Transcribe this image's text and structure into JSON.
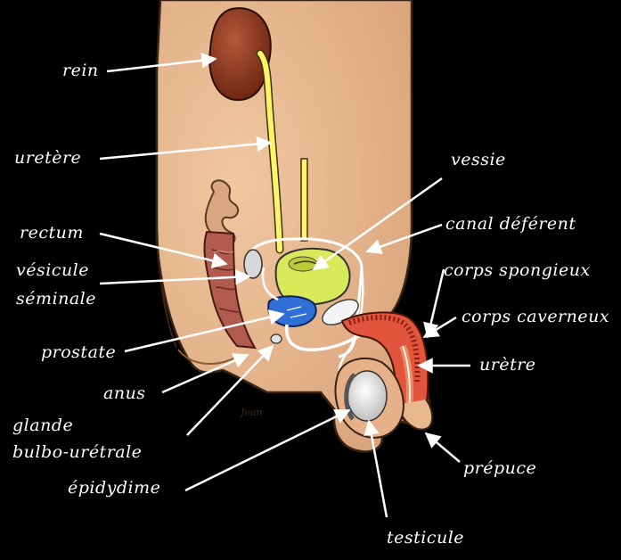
{
  "labels": {
    "rein": "rein",
    "uretere": "uretère",
    "rectum": "rectum",
    "vesicule1": "vésicule",
    "vesicule2": "séminale",
    "prostate": "prostate",
    "anus": "anus",
    "glande1": "glande",
    "glande2": "bulbo-urétrale",
    "epididyme": "épidydime",
    "vessie": "vessie",
    "canal": "canal déférent",
    "spongieux": "corps spongieux",
    "caverneux": "corps caverneux",
    "uretre": "urètre",
    "prepuce": "prépuce",
    "testicule": "testicule"
  },
  "signature": "Jean",
  "colors": {
    "background": "#000000",
    "skin": "#e9b98e",
    "kidney": "#8a3a1e",
    "urine": "#fff36a",
    "bladder": "#d8ea5a",
    "prostate": "#2f6fd6",
    "rectum": "#a0524a",
    "erectile": "#e0553c",
    "arrow": "#ffffff"
  }
}
